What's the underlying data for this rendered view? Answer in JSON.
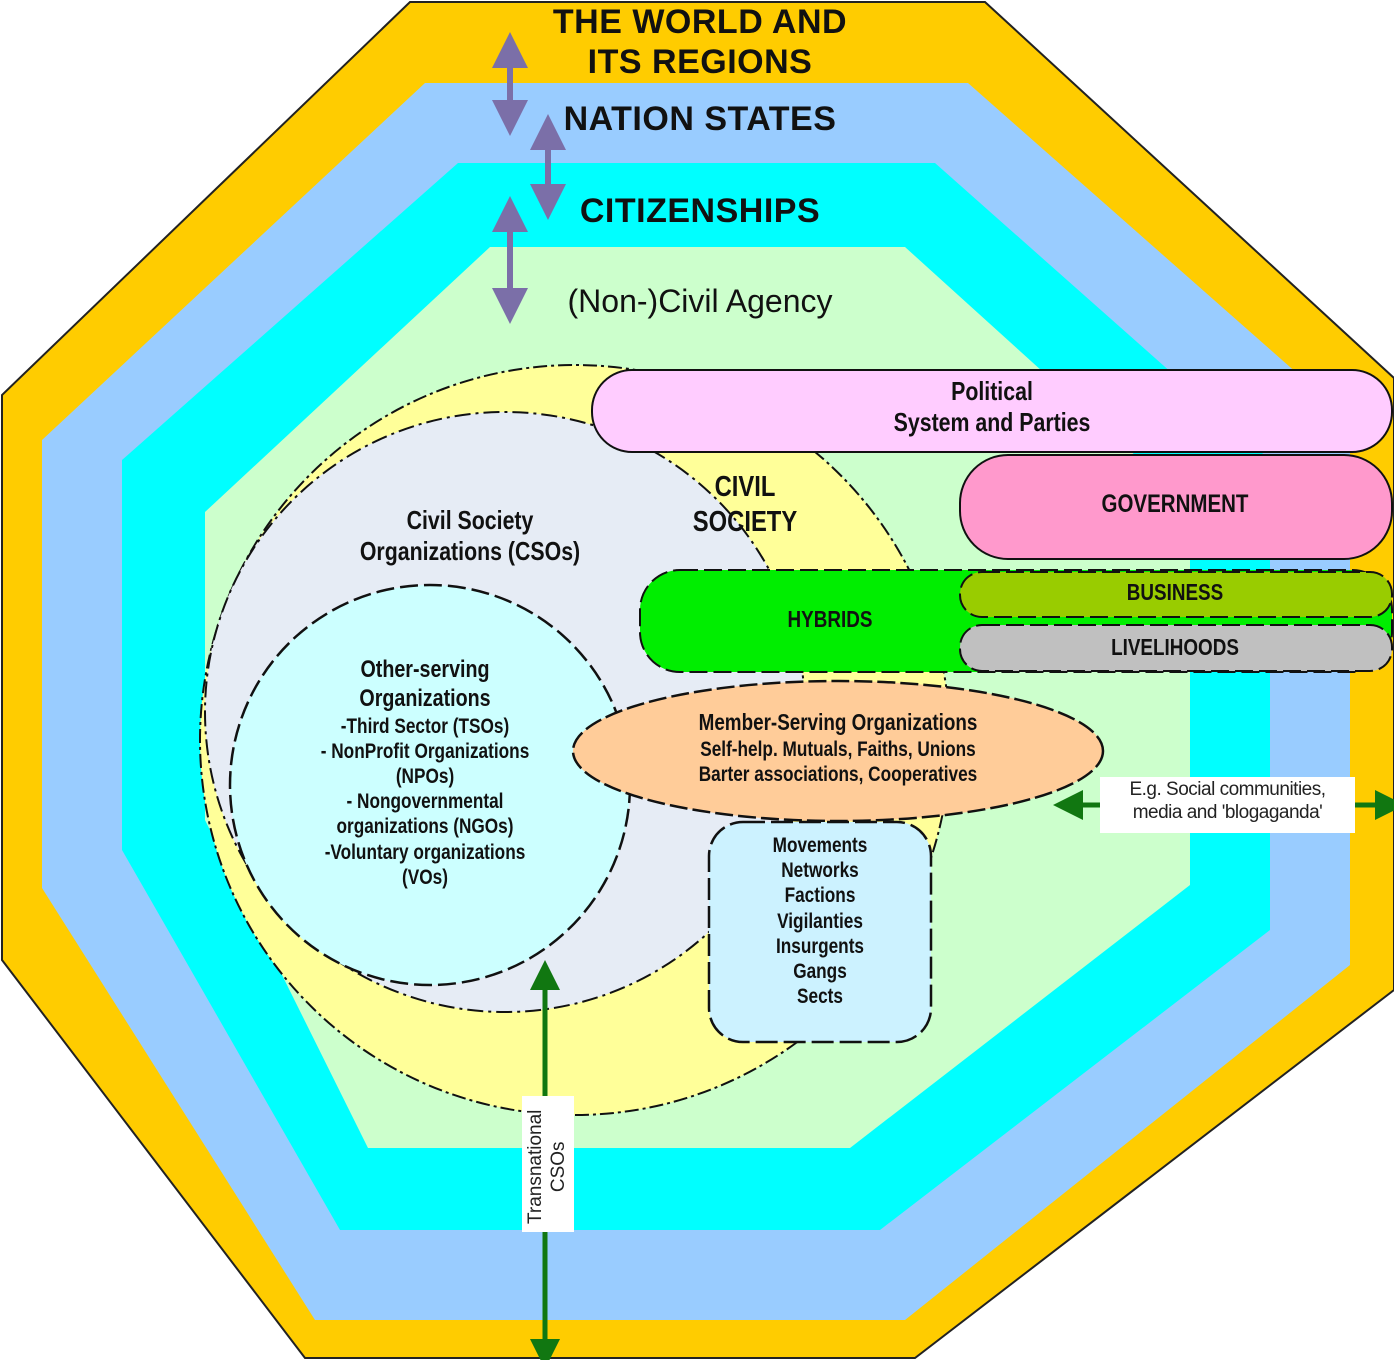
{
  "colors": {
    "world": "#ffcc00",
    "nation_states": "#99ccff",
    "citizenships": "#00ffff",
    "agency": "#ccffcc",
    "civil_society": "#ffff99",
    "csos": "#e6ecf5",
    "other_serving": "#ccffff",
    "political": "#ffccff",
    "government": "#ff99cc",
    "hybrids": "#00ee00",
    "business": "#99cc00",
    "livelihoods": "#c0c0c0",
    "member_serving": "#ffcc99",
    "movements": "#ccf2ff",
    "scale_arrow": "#7b6fa8",
    "transnational_arrow": "#117711"
  },
  "layers": {
    "world": [
      "THE WORLD AND",
      "ITS REGIONS"
    ],
    "nation_states": "NATION STATES",
    "citizenships": "CITIZENSHIPS",
    "agency": "(Non-)Civil Agency"
  },
  "civil_society": [
    "CIVIL",
    "SOCIETY"
  ],
  "csos": [
    "Civil Society",
    "Organizations (CSOs)"
  ],
  "other_serving": {
    "title": [
      "Other-serving",
      "Organizations"
    ],
    "items": [
      "-Third Sector (TSOs)",
      "- NonProfit  Organizations",
      "(NPOs)",
      "- Nongovernmental",
      "organizations (NGOs)",
      "-Voluntary organizations",
      "(VOs)"
    ]
  },
  "political": [
    "Political",
    "System and Parties"
  ],
  "government": "GOVERNMENT",
  "hybrids": "HYBRIDS",
  "business": "BUSINESS",
  "livelihoods": "LIVELIHOODS",
  "member_serving": [
    "Member-Serving Organizations",
    "Self-help. Mutuals, Faiths, Unions",
    "Barter associations, Cooperatives"
  ],
  "movements": [
    "Movements",
    "Networks",
    "Factions",
    "Vigilanties",
    "Insurgents",
    "Gangs",
    "Sects"
  ],
  "social_media_note": [
    "E.g. Social communities,",
    "media and 'blogaganda'"
  ],
  "transnational": [
    "Transnational",
    "CSOs"
  ]
}
